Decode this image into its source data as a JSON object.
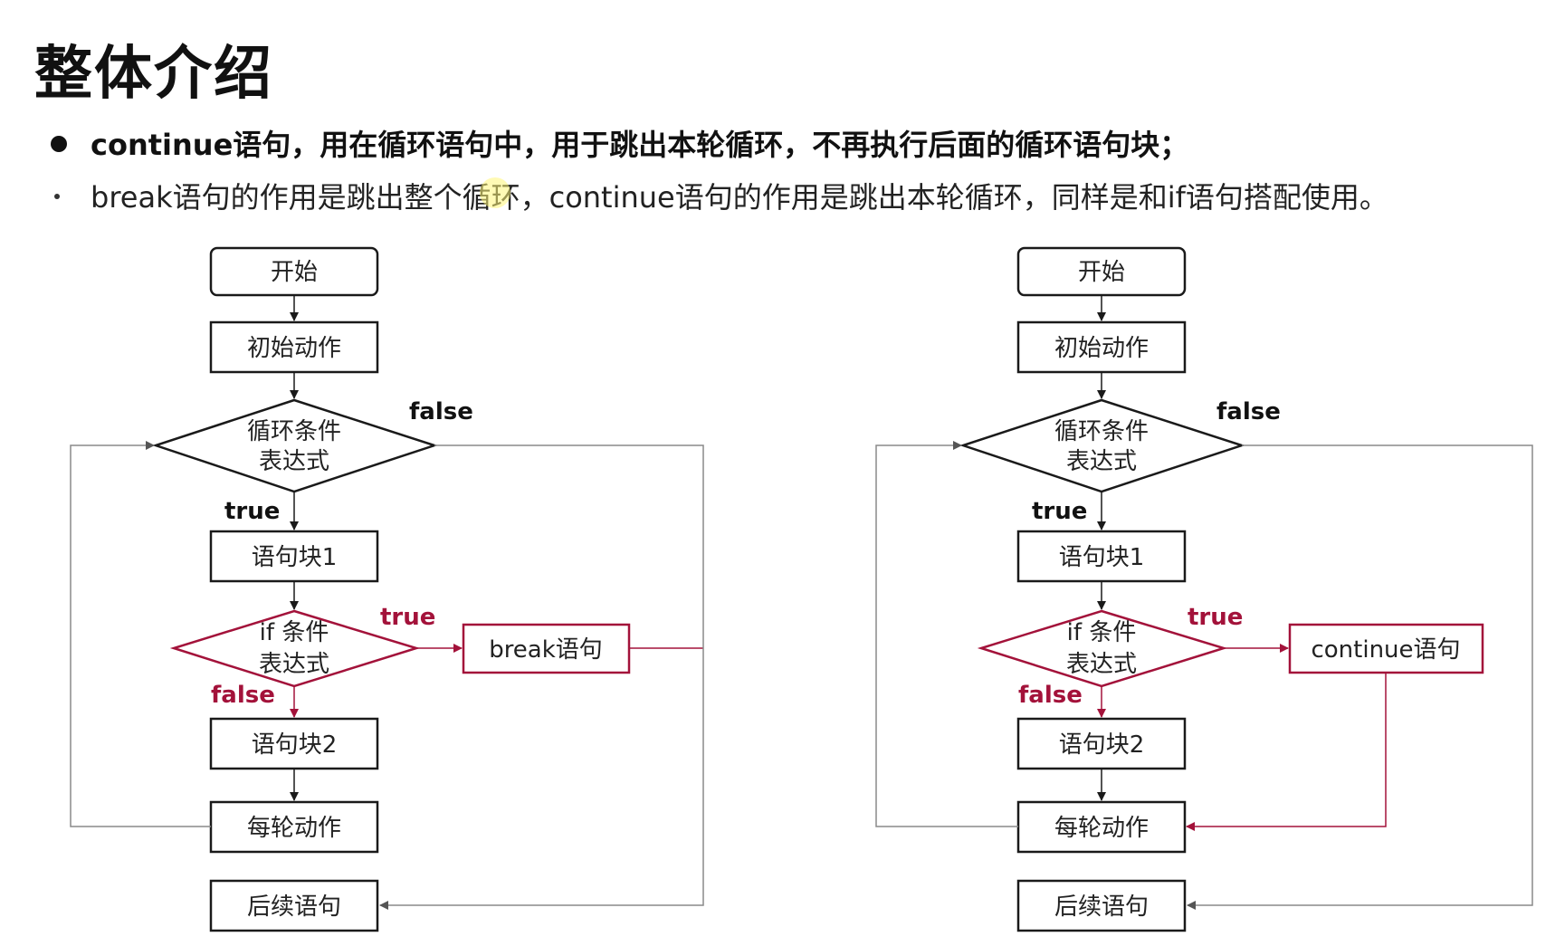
{
  "title": "整体介绍",
  "bullets": [
    "continue语句，用在循环语句中，用于跳出本轮循环，不再执行后面的循环语句块；",
    "break语句的作用是跳出整个循环，continue语句的作用是跳出本轮循环，同样是和if语句搭配使用。"
  ],
  "colors": {
    "black": "#1a1a1a",
    "red": "#a3123a",
    "loop_line": "#9a9a9a"
  },
  "flowcharts": [
    {
      "start": "开始",
      "init": "初始动作",
      "cond_line1": "循环条件",
      "cond_line2": "表达式",
      "block1": "语句块1",
      "if_line1": "if 条件",
      "if_line2": "表达式",
      "jump": "break语句",
      "block2": "语句块2",
      "step": "每轮动作",
      "after": "后续语句",
      "label_false_top": "false",
      "label_true": "true",
      "label_if_true": "true",
      "label_if_false": "false"
    },
    {
      "start": "开始",
      "init": "初始动作",
      "cond_line1": "循环条件",
      "cond_line2": "表达式",
      "block1": "语句块1",
      "if_line1": "if 条件",
      "if_line2": "表达式",
      "jump": "continue语句",
      "block2": "语句块2",
      "step": "每轮动作",
      "after": "后续语句",
      "label_false_top": "false",
      "label_true": "true",
      "label_if_true": "true",
      "label_if_false": "false"
    }
  ]
}
